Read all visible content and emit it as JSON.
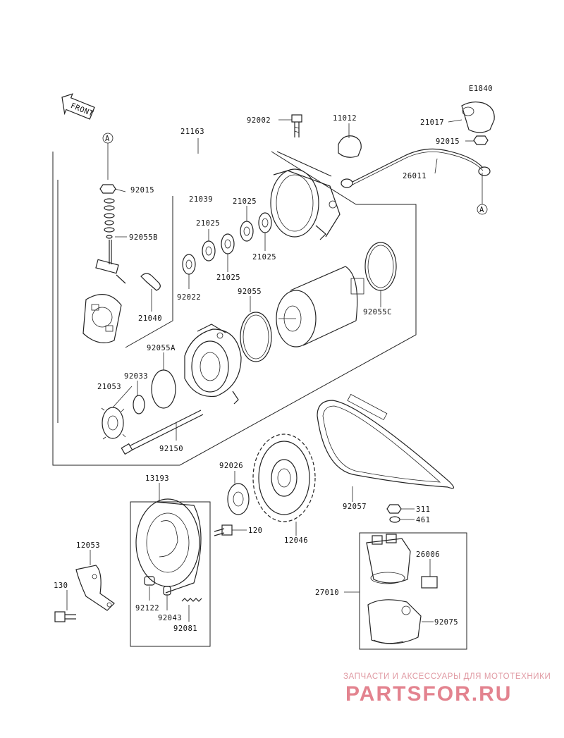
{
  "diagram": {
    "code": "E1840",
    "front_label": "FRONT",
    "ref_marker": "A",
    "labels": {
      "p21163": "21163",
      "p92002": "92002",
      "p11012": "11012",
      "p21017": "21017",
      "p92015a": "92015",
      "p92015b": "92015",
      "p26011": "26011",
      "p21039": "21039",
      "p92055B": "92055B",
      "p21040": "21040",
      "p21025a": "21025",
      "p21025b": "21025",
      "p21025c": "21025",
      "p21025d": "21025",
      "p92022": "92022",
      "p92055": "92055",
      "p92055C": "92055C",
      "p92055A": "92055A",
      "p92033": "92033",
      "p21053": "21053",
      "p92150": "92150",
      "p92026": "92026",
      "p13193": "13193",
      "p12046": "12046",
      "p92057": "92057",
      "p311": "311",
      "p461": "461",
      "p120": "120",
      "p12053": "12053",
      "p130": "130",
      "p26006": "26006",
      "p27010": "27010",
      "p92122": "92122",
      "p92043": "92043",
      "p92081": "92081",
      "p92075": "92075"
    }
  },
  "watermark": {
    "tagline": "ЗАПЧАСТИ И АКСЕССУАРЫ ДЛЯ МОТОТЕХНИКИ",
    "brand": "PARTSFOR.RU"
  }
}
